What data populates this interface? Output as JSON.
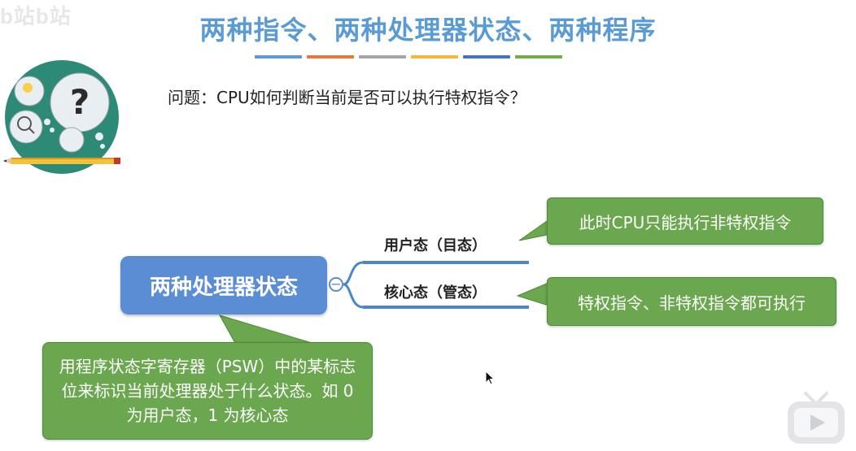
{
  "watermark": "b站b站",
  "title": "两种指令、两种处理器状态、两种程序",
  "title_bar_colors": [
    "#5b9bd5",
    "#e07a3b",
    "#a5a5a5",
    "#f2b83a",
    "#4472c4",
    "#70ad47"
  ],
  "question": "问题：CPU如何判断当前是否可以执行特权指令？",
  "mindmap": {
    "central": "两种处理器状态",
    "collapse_symbol": "−",
    "branches": [
      {
        "label": "用户态（目态）",
        "note": "此时CPU只能执行非特权指令"
      },
      {
        "label": "核心态（管态）",
        "note": "特权指令、非特权指令都可执行"
      }
    ],
    "psw_note": "用程序状态字寄存器（PSW）中的某标志位来标识当前处理器处于什么状态。如 0 为用户态，1 为核心态"
  },
  "colors": {
    "title": "#5b9bd5",
    "central_node": "#5b8dd4",
    "callout": "#6aa74e",
    "branch_line": "#4a86c8"
  }
}
